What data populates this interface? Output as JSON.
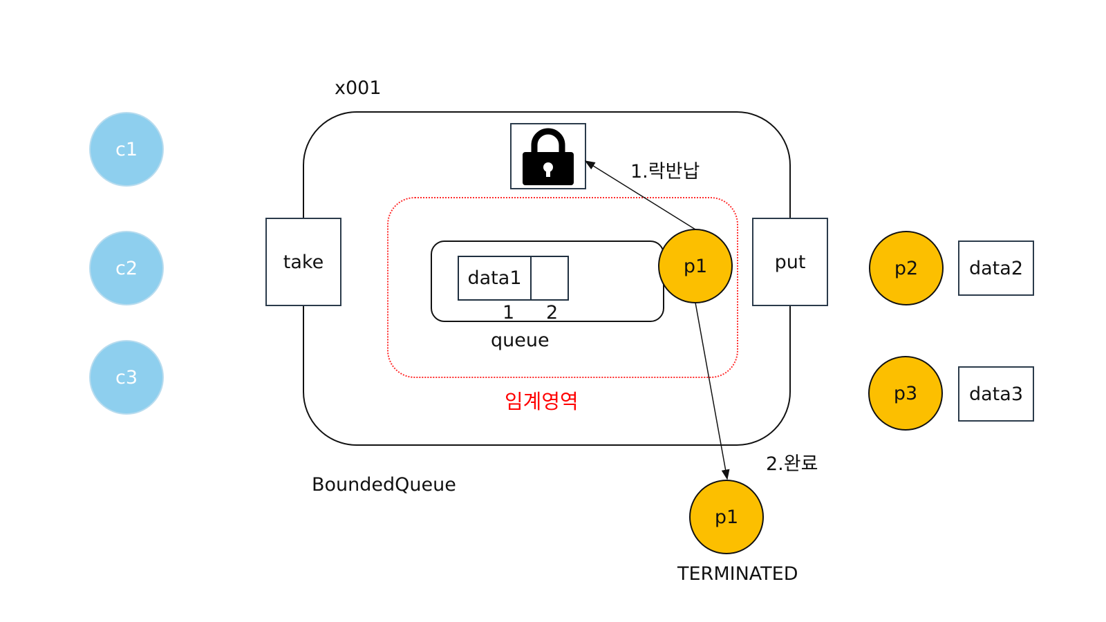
{
  "object_label": "x001",
  "class_label": "BoundedQueue",
  "critical_section_label": "임계영역",
  "queue": {
    "label": "queue",
    "cells": [
      "data1",
      ""
    ],
    "indices": [
      "1",
      "2"
    ]
  },
  "methods": {
    "take": "take",
    "put": "put"
  },
  "consumers": [
    "c1",
    "c2",
    "c3"
  ],
  "waiting_producers": [
    {
      "name": "p2",
      "data": "data2"
    },
    {
      "name": "p3",
      "data": "data3"
    }
  ],
  "active_producer": "p1",
  "terminated_producer": "p1",
  "terminated_label": "TERMINATED",
  "steps": {
    "return_lock": "1.락반납",
    "done": "2.완료"
  },
  "colors": {
    "consumer": "#8ecfee",
    "producer": "#fcbf00",
    "critical_section": "#ff2a2a",
    "critical_text": "#ff0000"
  },
  "icons": {
    "lock": "lock-icon"
  }
}
